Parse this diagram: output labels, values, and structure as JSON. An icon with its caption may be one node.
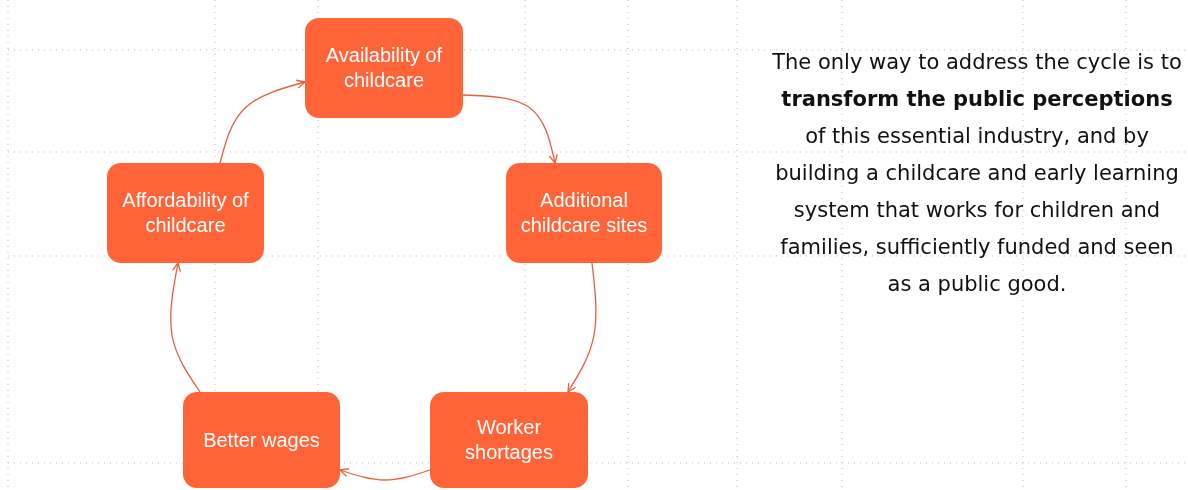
{
  "diagram": {
    "nodes": [
      {
        "text": [
          "Availability of childcare"
        ]
      },
      {
        "text": [
          "Additional childcare sites"
        ]
      },
      {
        "text": [
          "Worker shortages"
        ]
      },
      {
        "text": [
          "Better wages"
        ]
      },
      {
        "text": [
          "Affordability of childcare"
        ]
      }
    ],
    "edges": [
      {
        "from": 0,
        "to": 1,
        "arrow": "to"
      },
      {
        "from": 1,
        "to": 2,
        "arrow": "to"
      },
      {
        "from": 2,
        "to": 3,
        "arrow": "to"
      },
      {
        "from": 3,
        "to": 4,
        "arrow": "to"
      },
      {
        "from": 4,
        "to": 0,
        "arrow": "to"
      }
    ],
    "labels": [
      "The only way to address the cycle is to **transform the public perceptions** of this essential industry, and by building a childcare and early learning system that works for children and families, sufficiently funded and seen as a public good."
    ]
  }
}
